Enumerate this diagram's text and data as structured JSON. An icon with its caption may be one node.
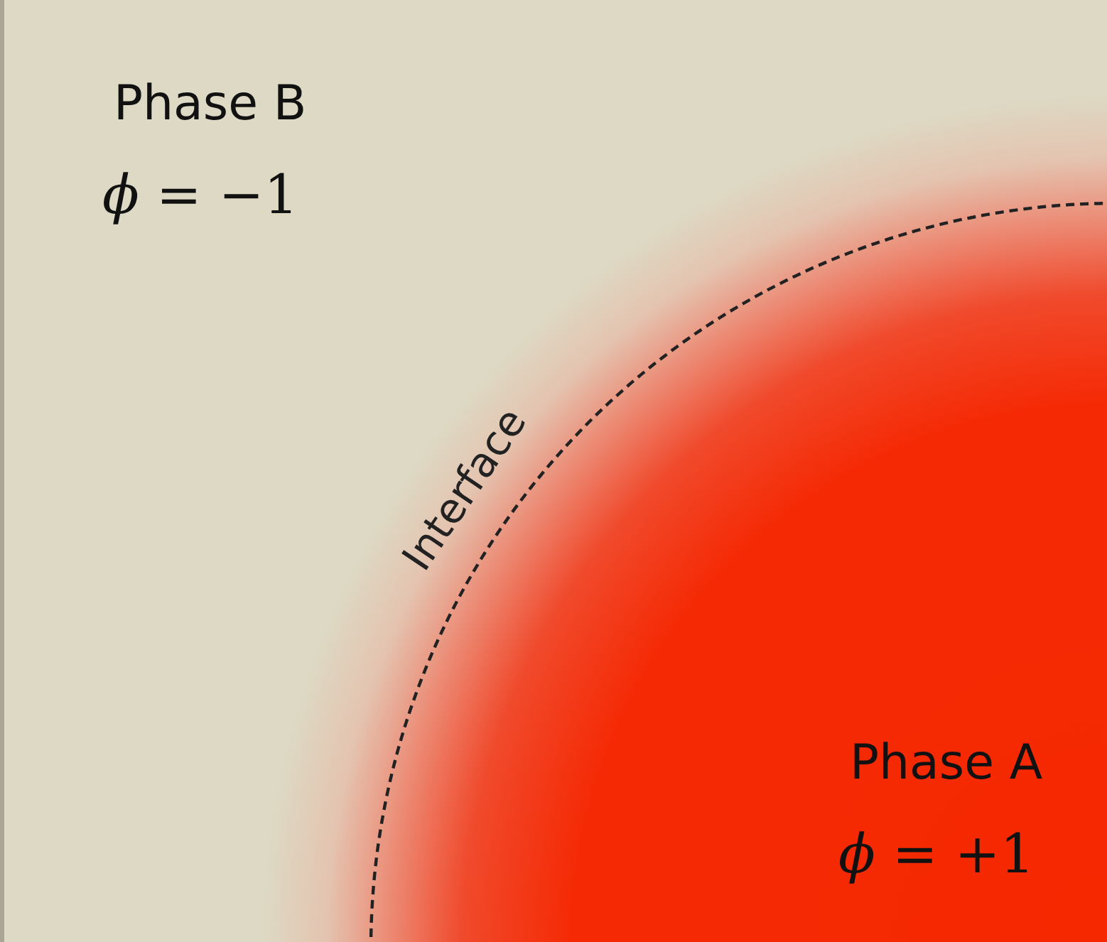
{
  "diagram": {
    "labels": [
      "Phase B",
      "*ϕ* = −1",
      "Interface",
      "Phase A",
      "*ϕ* = +1"
    ]
  }
}
